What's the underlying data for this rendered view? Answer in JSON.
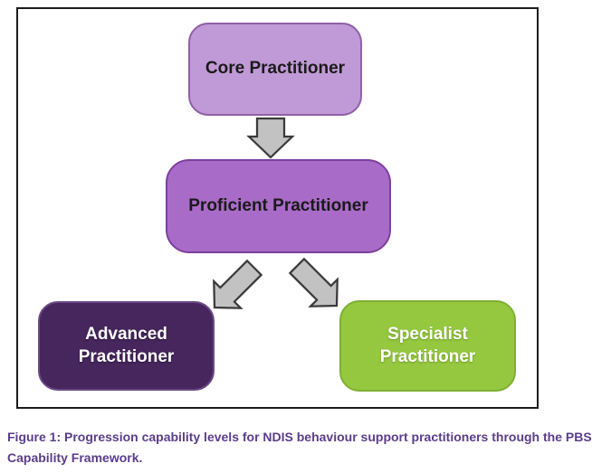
{
  "figure": {
    "frame_border_color": "#1c1c1c",
    "nodes": [
      {
        "id": "core",
        "label": "Core Practitioner",
        "fill": "#c09ad6",
        "border": "#8f5fa8",
        "text_color": "#1a1a1a"
      },
      {
        "id": "proficient",
        "label": "Proficient Practitioner",
        "fill": "#a96bc8",
        "border": "#7d3f9e",
        "text_color": "#1a1a1a"
      },
      {
        "id": "advanced",
        "label": "Advanced Practitioner",
        "fill": "#46265c",
        "border": "#6a4a85",
        "text_color": "#ffffff"
      },
      {
        "id": "specialist",
        "label": "Specialist Practitioner",
        "fill": "#95c83f",
        "border": "#7fae35",
        "text_color": "#ffffff"
      }
    ],
    "arrows": [
      {
        "id": "core-to-proficient",
        "icon": "down-arrow-icon"
      },
      {
        "id": "proficient-to-advanced",
        "icon": "down-left-arrow-icon"
      },
      {
        "id": "proficient-to-specialist",
        "icon": "down-right-arrow-icon"
      }
    ],
    "arrow_fill": "#c2c2c2",
    "arrow_stroke": "#3a3a3a",
    "caption": "Figure 1: Progression capability levels for NDIS behaviour support practitioners through the PBS Capability Framework.",
    "caption_color": "#5b3d8a"
  }
}
